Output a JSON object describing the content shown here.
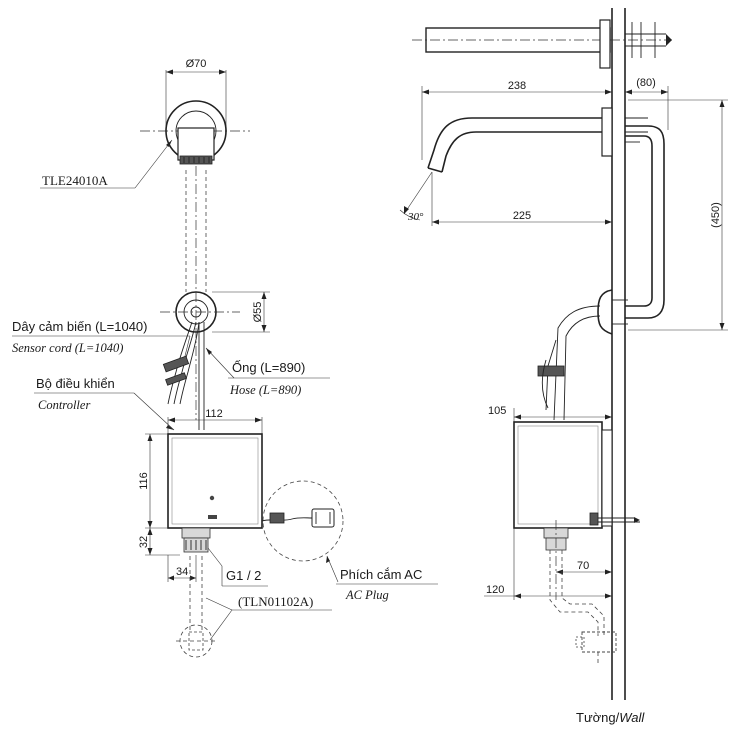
{
  "front_view": {
    "top_diameter": "Ø70",
    "model_label": "TLE24010A",
    "flange_diameter": "Ø55",
    "sensor_cord_vi": "Dây cảm biến (L=1040)",
    "sensor_cord_en": "Sensor cord (L=1040)",
    "hose_vi": "Ống (L=890)",
    "hose_en": "Hose (L=890)",
    "controller_vi": "Bộ điều khiển",
    "controller_en": "Controller",
    "controller_width": "112",
    "controller_height": "116",
    "bottom_height": "32",
    "bottom_offset": "34",
    "thread_label": "G1 / 2",
    "valve_label": "(TLN01102A)",
    "plug_vi": "Phích cắm AC",
    "plug_en": "AC Plug"
  },
  "side_view": {
    "spout_length": "238",
    "wall_offset": "(80)",
    "reach": "225",
    "height": "(450)",
    "angle": "30°",
    "controller_depth": "105",
    "valve_distance": "70",
    "base_depth": "120",
    "wall_label_vi": "Tường/",
    "wall_label_en": "Wall"
  }
}
